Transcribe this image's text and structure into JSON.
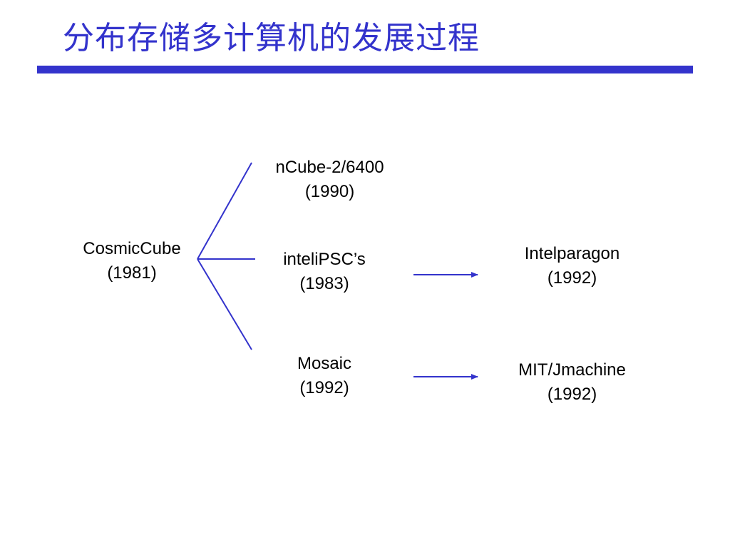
{
  "title": "分布存储多计算机的发展过程",
  "colors": {
    "title_text": "#3333cc",
    "rule": "#3333cc",
    "connector": "#3333cc",
    "node_text": "#000000"
  },
  "nodes": {
    "cosmiccube": {
      "name": "CosmicCube",
      "year": "(1981)"
    },
    "ncube": {
      "name": "nCube-2/6400",
      "year": "(1990)"
    },
    "intelipsc": {
      "name": "inteliPSC’s",
      "year": "(1983)"
    },
    "mosaic": {
      "name": "Mosaic",
      "year": "(1992)"
    },
    "intelparagon": {
      "name": "Intelparagon",
      "year": "(1992)"
    },
    "mitjmachine": {
      "name": "MIT/Jmachine",
      "year": "(1992)"
    }
  }
}
